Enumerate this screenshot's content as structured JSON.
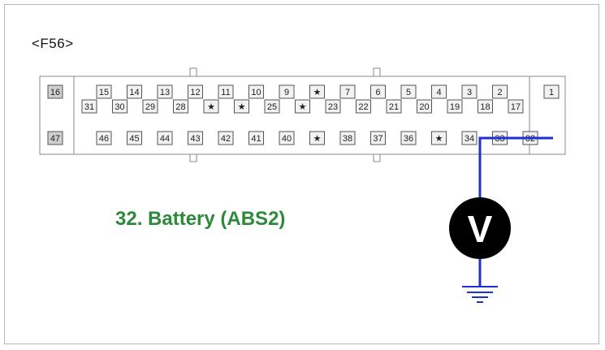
{
  "connector": {
    "label": "<F56>",
    "upper_row": [
      "15",
      "14",
      "13",
      "12",
      "11",
      "10",
      "9",
      "★",
      "7",
      "6",
      "5",
      "4",
      "3",
      "2"
    ],
    "middle_row": [
      "31",
      "30",
      "29",
      "28",
      "★",
      "★",
      "25",
      "★",
      "23",
      "22",
      "21",
      "20",
      "19",
      "18",
      "17"
    ],
    "lower_row": [
      "46",
      "45",
      "44",
      "43",
      "42",
      "41",
      "40",
      "★",
      "38",
      "37",
      "36",
      "★",
      "34",
      "33",
      "32"
    ],
    "left_top": "16",
    "left_bottom": "47",
    "right_top": "1"
  },
  "caption": "32. Battery (ABS2)",
  "meter": {
    "symbol": "V"
  },
  "colors": {
    "wire": "#1f2fd0",
    "caption": "#2d8a3a",
    "meter": "#000000"
  }
}
